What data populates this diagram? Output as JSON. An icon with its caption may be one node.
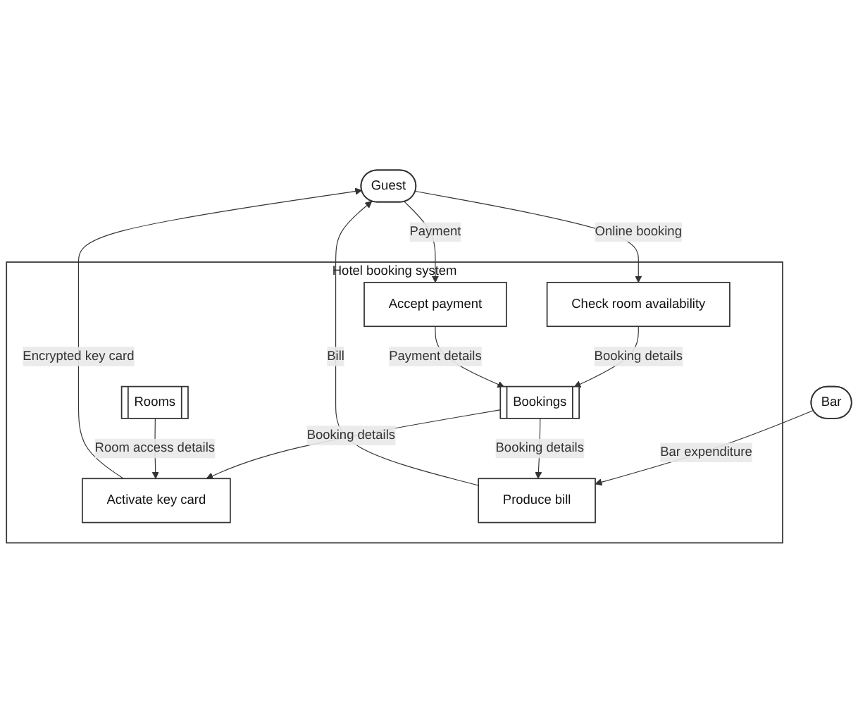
{
  "diagram": {
    "nodes": [
      {
        "text": [
          "Guest"
        ]
      },
      {
        "text": [
          "Hotel booking system"
        ]
      },
      {
        "text": [
          "Check room availability"
        ],
        "in": 1
      },
      {
        "text": [
          "Activate key card"
        ],
        "in": 1
      },
      {
        "text": [
          "Produce bill"
        ],
        "in": 1
      },
      {
        "text": [
          "Bookings"
        ],
        "in": 1
      },
      {
        "text": [
          "Rooms"
        ],
        "in": 1
      },
      {
        "text": [
          "Accept payment"
        ],
        "in": 1
      },
      {
        "text": [
          "Bar"
        ]
      }
    ],
    "edges": [
      {
        "from": 0,
        "to": 2,
        "arrow": "to",
        "label": "Online booking"
      },
      {
        "from": 3,
        "to": 0,
        "arrow": "to",
        "label": "Encrypted key card"
      },
      {
        "from": 4,
        "to": 0,
        "arrow": "to",
        "label": "Bill"
      },
      {
        "from": 0,
        "to": 7,
        "arrow": "to",
        "label": "Payment"
      },
      {
        "from": 8,
        "to": 4,
        "arrow": "to",
        "label": "Bar expenditure"
      },
      {
        "from": 2,
        "to": 5,
        "arrow": "to",
        "label": "Booking details"
      },
      {
        "from": 5,
        "to": 3,
        "arrow": "to",
        "label": "Booking details"
      },
      {
        "from": 6,
        "to": 3,
        "arrow": "to",
        "label": "Room access details"
      },
      {
        "from": 5,
        "to": 4,
        "arrow": "to",
        "label": "Booking details"
      },
      {
        "from": 7,
        "to": 5,
        "arrow": "to",
        "label": "Payment details"
      }
    ]
  }
}
